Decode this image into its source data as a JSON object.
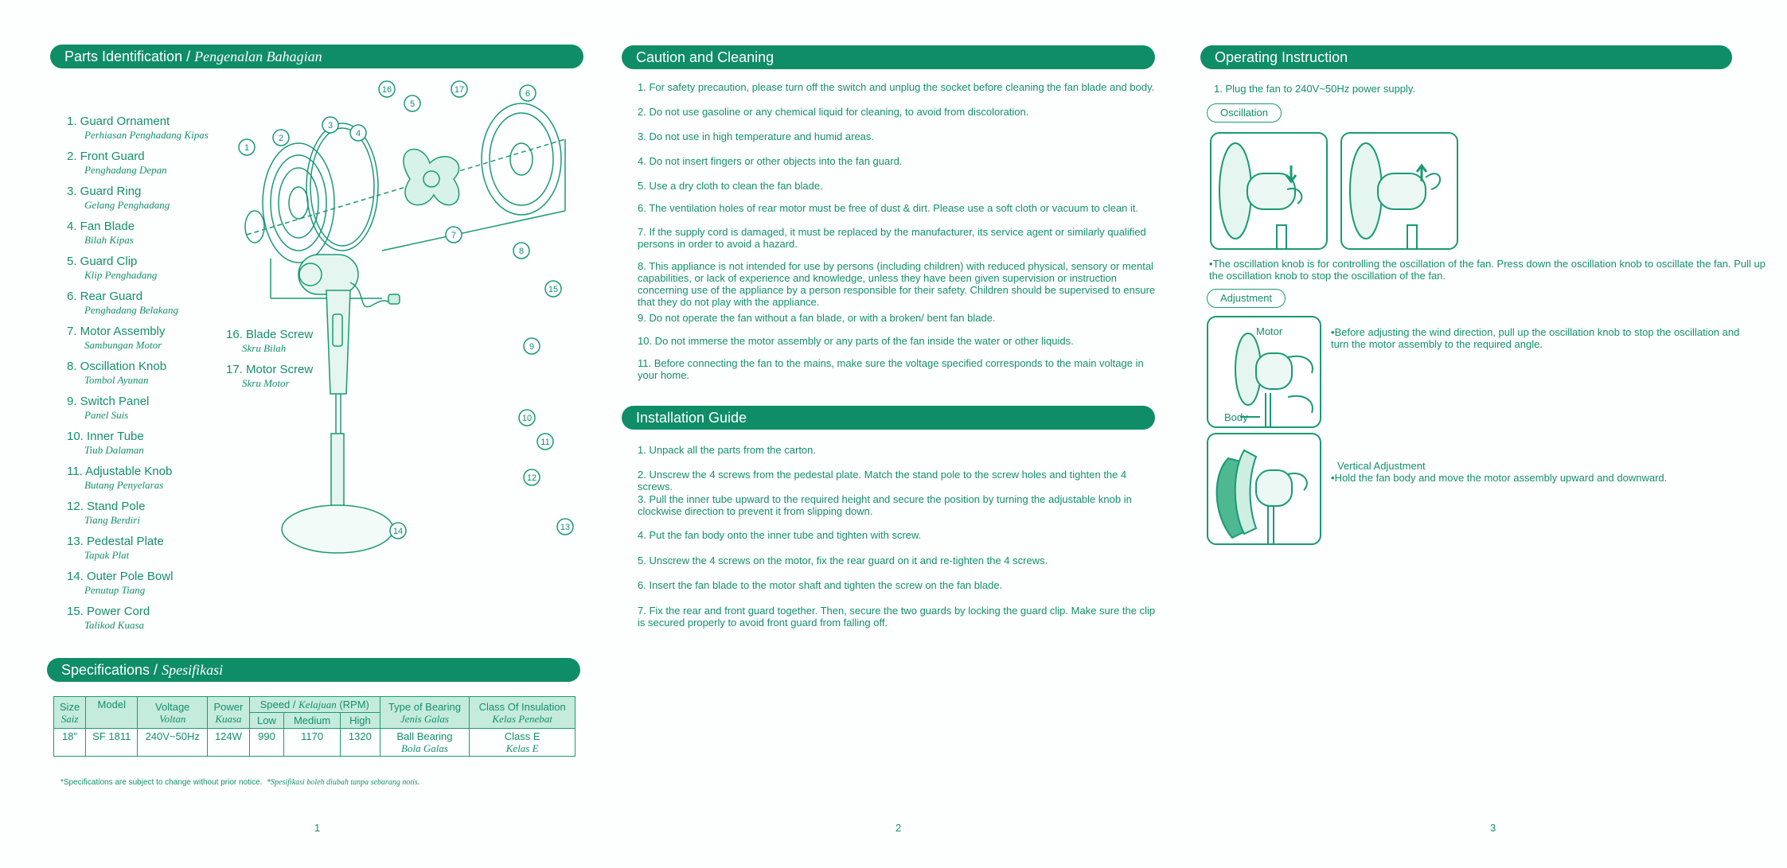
{
  "page1": {
    "parts_title": "Parts Identification /",
    "parts_title_malay": "Pengenalan Bahagian",
    "parts": [
      {
        "en": "1.  Guard Ornament",
        "ms": "Perhiasan Penghadang Kipas"
      },
      {
        "en": "2.  Front Guard",
        "ms": "Penghadang Depan"
      },
      {
        "en": "3.  Guard Ring",
        "ms": "Gelang Penghadang"
      },
      {
        "en": "4.  Fan Blade",
        "ms": "Bilah Kipas"
      },
      {
        "en": "5.  Guard Clip",
        "ms": "Klip Penghadang"
      },
      {
        "en": "6.  Rear Guard",
        "ms": "Penghadang Belakang"
      },
      {
        "en": "7.  Motor Assembly",
        "ms": "Sambungan Motor"
      },
      {
        "en": "8.  Oscillation Knob",
        "ms": "Tombol Ayunan"
      },
      {
        "en": "9.  Switch Panel",
        "ms": "Panel Suis"
      },
      {
        "en": "10. Inner Tube",
        "ms": "Tiub Dalaman"
      },
      {
        "en": "11. Adjustable Knob",
        "ms": "Butang Penyelaras"
      },
      {
        "en": "12. Stand Pole",
        "ms": "Tiang Berdiri"
      },
      {
        "en": "13. Pedestal Plate",
        "ms": "Tapak Plat"
      },
      {
        "en": "14. Outer Pole Bowl",
        "ms": "Penutup Tiang"
      },
      {
        "en": "15. Power Cord",
        "ms": "Talikod Kuasa"
      }
    ],
    "parts_extra": [
      {
        "en": "16. Blade Screw",
        "ms": "Skru Bilah"
      },
      {
        "en": "17. Motor Screw",
        "ms": "Skru Motor"
      }
    ],
    "diagram_numbers": [
      "1",
      "2",
      "3",
      "4",
      "5",
      "6",
      "7",
      "8",
      "9",
      "10",
      "11",
      "12",
      "13",
      "14",
      "15",
      "16",
      "17"
    ],
    "spec_title": "Specifications /",
    "spec_title_malay": "Spesifikasi",
    "spec": {
      "h_size": "Size",
      "h_size_ms": "Saiz",
      "h_model": "Model",
      "h_voltage": "Voltage",
      "h_voltage_ms": "Voltan",
      "h_power": "Power",
      "h_power_ms": "Kuasa",
      "h_speed": "Speed /",
      "h_speed_ms": "Kelajuan",
      "h_speed_unit": "(RPM)",
      "h_low": "Low",
      "h_medium": "Medium",
      "h_high": "High",
      "h_bearing": "Type of Bearing",
      "h_bearing_ms": "Jenis Galas",
      "h_insulation": "Class Of Insulation",
      "h_insulation_ms": "Kelas Penebat",
      "size": "18\"",
      "model": "SF 1811",
      "voltage": "240V~50Hz",
      "power": "124W",
      "low": "990",
      "medium": "1170",
      "high": "1320",
      "bearing": "Ball Bearing",
      "bearing_ms": "Bola Galas",
      "insulation": "Class E",
      "insulation_ms": "Kelas E"
    },
    "note": "*Specifications are subject to change without prior notice.",
    "note_ms": "*Spesifikasi boleh diubah tanpa sebarang notis.",
    "page_number": "1"
  },
  "page2": {
    "caution_title": "Caution and Cleaning",
    "caution": [
      "1.  For safety precaution, please turn off the switch and unplug the socket before cleaning the fan blade and body.",
      "2.  Do not use gasoline or any chemical liquid for cleaning, to avoid from discoloration.",
      "3.  Do not use in high temperature and humid areas.",
      "4.  Do not insert fingers or other objects into the fan guard.",
      "5.  Use a dry cloth to clean the fan blade.",
      "6. The ventilation holes of rear motor must be free of dust & dirt. Please use a soft cloth or vacuum to clean it.",
      "7.  If the supply cord is damaged, it must be replaced by the manufacturer, its service agent or similarly qualified persons in order to avoid a hazard.",
      "8. This appliance is not intended for use by persons (including children) with reduced physical, sensory or mental capabilities, or lack of experience and knowledge, unless they have been given supervision or instruction concerning use of the appliance by a person responsible for their safety. Children should be supervised to ensure that they do not play with the appliance.",
      "9. Do not operate the fan without a fan blade, or with a broken/ bent fan blade.",
      "10. Do not immerse the motor assembly or any parts of the fan inside the water or other liquids.",
      "11. Before connecting the fan to the mains, make sure the voltage specified corresponds to the main voltage in your home."
    ],
    "install_title": "Installation Guide",
    "install": [
      "1. Unpack all the parts from the carton.",
      "2. Unscrew the 4 screws from the pedestal plate. Match the stand pole to the screw holes and tighten the 4 screws.",
      "3. Pull the inner tube upward to the required height and secure the position by turning the adjustable knob in clockwise direction to prevent it from slipping  down.",
      "4. Put the fan body onto the inner tube and tighten with screw.",
      "5. Unscrew the 4 screws on the motor, fix the rear guard on it and re-tighten the 4 screws.",
      "6. Insert the fan blade to the motor shaft and tighten the screw on the fan blade.",
      "7. Fix the rear and front guard together. Then, secure the two guards by locking the guard clip. Make sure the clip is secured properly to avoid front guard from falling off."
    ],
    "page_number": "2"
  },
  "page3": {
    "title": "Operating Instruction",
    "step1": "1. Plug the fan to 240V~50Hz power supply.",
    "oscillation_label": "Oscillation",
    "oscillation_text": "The oscillation knob is for controlling the oscillation of the fan. Press down the oscillation knob to oscillate the fan. Pull up the oscillation knob to stop the oscillation of the fan.",
    "adjustment_label": "Adjustment",
    "motor_label": "Motor",
    "body_label": "Body",
    "adjust_text": "Before adjusting the wind direction, pull up the oscillation knob to stop the oscillation and turn the motor assembly to the required angle.",
    "vertical_title": "Vertical Adjustment",
    "vertical_text": "Hold the fan body and move the motor assembly upward and downward.",
    "page_number": "3"
  }
}
